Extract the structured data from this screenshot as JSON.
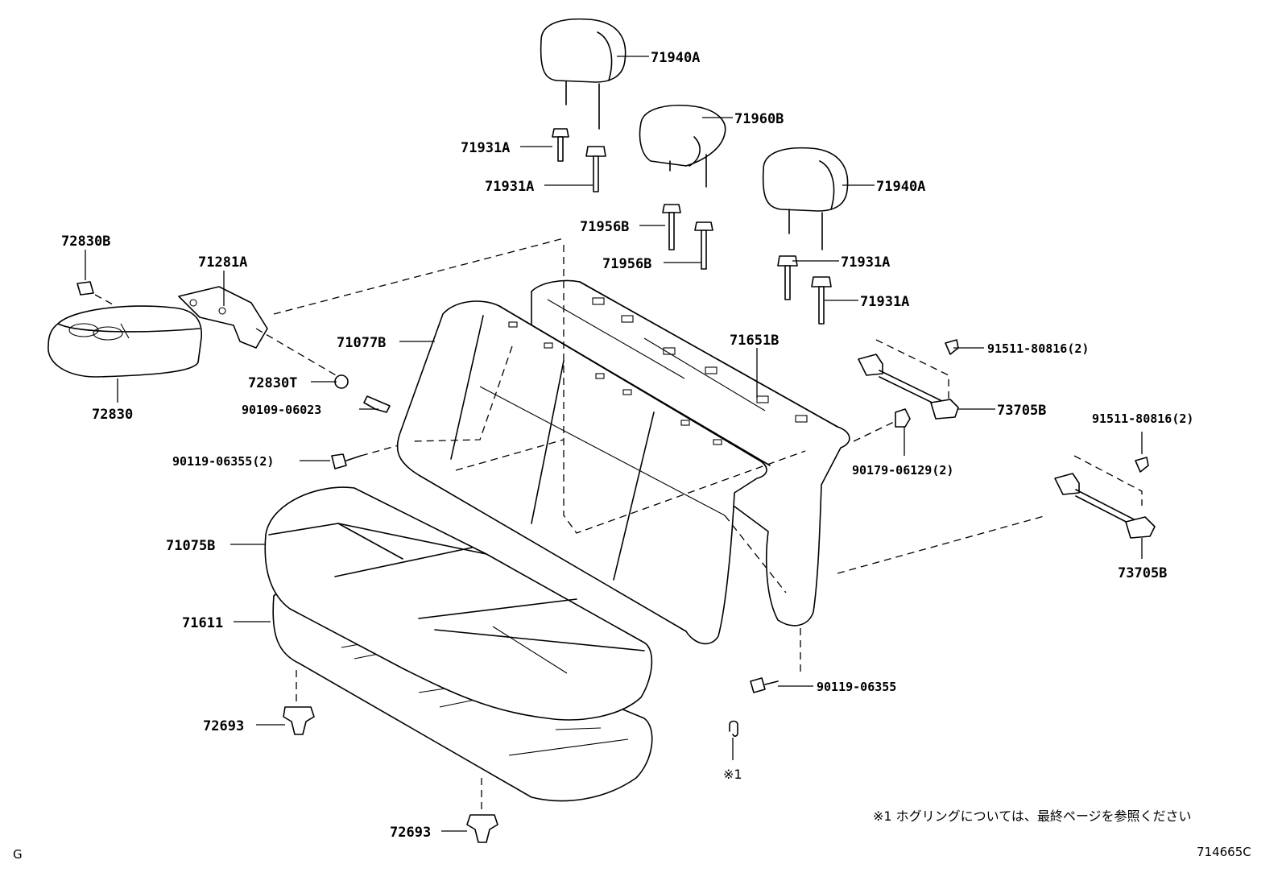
{
  "callouts": {
    "headrest_left": "71940A",
    "headrest_center": "71960B",
    "headrest_right": "71940A",
    "support_1": "71931A",
    "support_2": "71931A",
    "support_3": "71931A",
    "support_4": "71931A",
    "center_support_1": "71956B",
    "center_support_2": "71956B",
    "armrest_cap": "72830B",
    "armrest_bracket": "71281A",
    "armrest": "72830",
    "armrest_cap_t": "72830T",
    "screw_90109": "90109-06023",
    "bolt_90119_x2": "90119-06355(2)",
    "back_assy": "71077B",
    "back_cover": "71651B",
    "cushion_assy": "71075B",
    "cushion_cover": "71611",
    "clip_upper": "72693",
    "clip_lower": "72693",
    "bolt_91511_a": "91511-80816(2)",
    "bolt_91511_b": "91511-80816(2)",
    "hinge_a": "73705B",
    "hinge_b": "73705B",
    "nut_90179": "90179-06129(2)",
    "bolt_90119": "90119-06355",
    "hog_ring_mark": "※1"
  },
  "footnote": "※1  ホグリングについては、最終ページを参照ください",
  "corner_left": "G",
  "corner_right": "714665C"
}
